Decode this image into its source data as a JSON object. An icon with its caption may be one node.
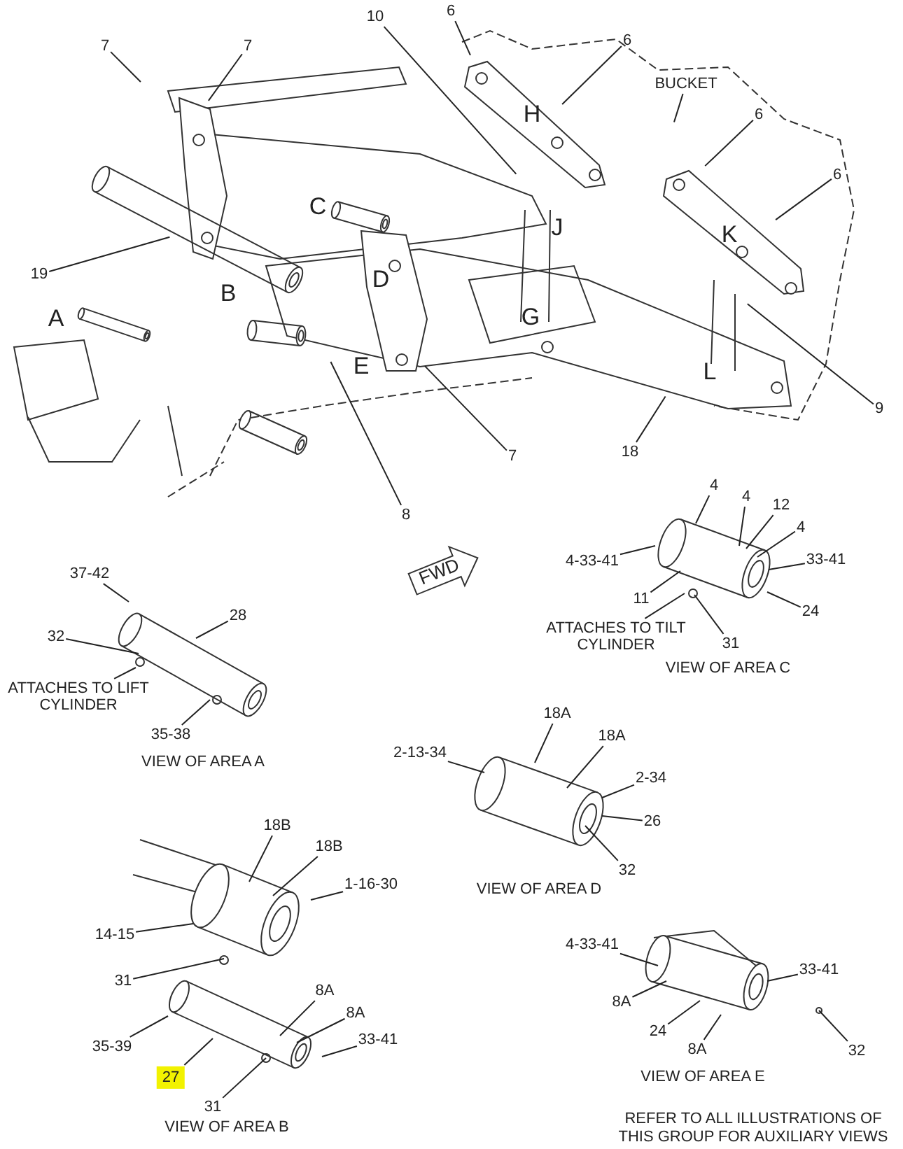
{
  "diagram": {
    "nodes": [
      {
        "text": [
          "7"
        ]
      },
      {
        "text": [
          "7"
        ]
      },
      {
        "text": [
          "10"
        ]
      },
      {
        "text": [
          "6"
        ]
      },
      {
        "text": [
          "6"
        ]
      },
      {
        "text": [
          "BUCKET"
        ]
      },
      {
        "text": [
          "6"
        ]
      },
      {
        "text": [
          "6"
        ]
      },
      {
        "text": [
          "19"
        ]
      },
      {
        "text": [
          "7"
        ]
      },
      {
        "text": [
          "8"
        ]
      },
      {
        "text": [
          "9"
        ]
      },
      {
        "text": [
          "18"
        ]
      },
      {
        "text": [
          "4"
        ]
      },
      {
        "text": [
          "4"
        ]
      },
      {
        "text": [
          "12"
        ]
      },
      {
        "text": [
          "4"
        ]
      },
      {
        "text": [
          "4-33-41"
        ]
      },
      {
        "text": [
          "33-41"
        ]
      },
      {
        "text": [
          "11"
        ]
      },
      {
        "text": [
          "24"
        ]
      },
      {
        "text": [
          "ATTACHES TO TILT CYLINDER"
        ]
      },
      {
        "text": [
          "31"
        ]
      },
      {
        "text": [
          "37-42"
        ]
      },
      {
        "text": [
          "28"
        ]
      },
      {
        "text": [
          "32"
        ]
      },
      {
        "text": [
          "ATTACHES TO LIFT CYLINDER"
        ]
      },
      {
        "text": [
          "35-38"
        ]
      },
      {
        "text": [
          "18A"
        ]
      },
      {
        "text": [
          "18A"
        ]
      },
      {
        "text": [
          "2-13-34"
        ]
      },
      {
        "text": [
          "2-34"
        ]
      },
      {
        "text": [
          "26"
        ]
      },
      {
        "text": [
          "32"
        ]
      },
      {
        "text": [
          "18B"
        ]
      },
      {
        "text": [
          "18B"
        ]
      },
      {
        "text": [
          "1-16-30"
        ]
      },
      {
        "text": [
          "14-15"
        ]
      },
      {
        "text": [
          "31"
        ]
      },
      {
        "text": [
          "8A"
        ]
      },
      {
        "text": [
          "8A"
        ]
      },
      {
        "text": [
          "35-39"
        ]
      },
      {
        "text": [
          "33-41"
        ]
      },
      {
        "text": [
          "27"
        ]
      },
      {
        "text": [
          "31"
        ]
      },
      {
        "text": [
          "4-33-41"
        ]
      },
      {
        "text": [
          "33-41"
        ]
      },
      {
        "text": [
          "8A"
        ]
      },
      {
        "text": [
          "24"
        ]
      },
      {
        "text": [
          "8A"
        ]
      },
      {
        "text": [
          "32"
        ]
      },
      {
        "text": [
          "FWD"
        ]
      },
      {
        "text": [],
        "shape": "picture"
      },
      {
        "text": [],
        "shape": "picture"
      },
      {
        "text": [],
        "shape": "picture"
      },
      {
        "text": [],
        "shape": "picture"
      },
      {
        "text": [],
        "shape": "picture"
      }
    ],
    "edges": [
      {
        "from": 0,
        "to": null,
        "arrow": "none"
      },
      {
        "from": 1,
        "to": null,
        "arrow": "none"
      },
      {
        "from": 2,
        "to": null,
        "arrow": "none"
      },
      {
        "from": 3,
        "to": null,
        "arrow": "none"
      },
      {
        "from": 4,
        "to": null,
        "arrow": "none"
      },
      {
        "from": 5,
        "to": null,
        "arrow": "none"
      },
      {
        "from": 6,
        "to": null,
        "arrow": "none"
      },
      {
        "from": 7,
        "to": null,
        "arrow": "none"
      },
      {
        "from": 8,
        "to": null,
        "arrow": "none"
      },
      {
        "from": 9,
        "to": null,
        "arrow": "none"
      },
      {
        "from": 10,
        "to": null,
        "arrow": "none"
      },
      {
        "from": 11,
        "to": null,
        "arrow": "none"
      },
      {
        "from": 12,
        "to": null,
        "arrow": "none"
      },
      {
        "from": 13,
        "to": 52,
        "arrow": "none"
      },
      {
        "from": 14,
        "to": 52,
        "arrow": "none"
      },
      {
        "from": 15,
        "to": 52,
        "arrow": "none"
      },
      {
        "from": 16,
        "to": 52,
        "arrow": "none"
      },
      {
        "from": 17,
        "to": 52,
        "arrow": "none"
      },
      {
        "from": 18,
        "to": 52,
        "arrow": "none"
      },
      {
        "from": 19,
        "to": 52,
        "arrow": "none"
      },
      {
        "from": 20,
        "to": 52,
        "arrow": "none"
      },
      {
        "from": 21,
        "to": 52,
        "arrow": "none"
      },
      {
        "from": 22,
        "to": 52,
        "arrow": "none"
      },
      {
        "from": 23,
        "to": 53,
        "arrow": "none"
      },
      {
        "from": 24,
        "to": 53,
        "arrow": "none"
      },
      {
        "from": 25,
        "to": 53,
        "arrow": "none"
      },
      {
        "from": 26,
        "to": 53,
        "arrow": "none"
      },
      {
        "from": 27,
        "to": 53,
        "arrow": "none"
      },
      {
        "from": 28,
        "to": 54,
        "arrow": "none"
      },
      {
        "from": 29,
        "to": 54,
        "arrow": "none"
      },
      {
        "from": 30,
        "to": 54,
        "arrow": "none"
      },
      {
        "from": 31,
        "to": 54,
        "arrow": "none"
      },
      {
        "from": 32,
        "to": 54,
        "arrow": "none"
      },
      {
        "from": 33,
        "to": 54,
        "arrow": "none"
      },
      {
        "from": 34,
        "to": 55,
        "arrow": "none"
      },
      {
        "from": 35,
        "to": 55,
        "arrow": "none"
      },
      {
        "from": 36,
        "to": 55,
        "arrow": "none"
      },
      {
        "from": 37,
        "to": 55,
        "arrow": "none"
      },
      {
        "from": 38,
        "to": 55,
        "arrow": "none"
      },
      {
        "from": 39,
        "to": 55,
        "arrow": "none"
      },
      {
        "from": 40,
        "to": 55,
        "arrow": "none"
      },
      {
        "from": 41,
        "to": 55,
        "arrow": "none"
      },
      {
        "from": 42,
        "to": 55,
        "arrow": "none"
      },
      {
        "from": 43,
        "to": 55,
        "arrow": "none"
      },
      {
        "from": 44,
        "to": 55,
        "arrow": "none"
      },
      {
        "from": 45,
        "to": 56,
        "arrow": "none"
      },
      {
        "from": 46,
        "to": 56,
        "arrow": "none"
      },
      {
        "from": 47,
        "to": 56,
        "arrow": "none"
      },
      {
        "from": 48,
        "to": 56,
        "arrow": "none"
      },
      {
        "from": 49,
        "to": 56,
        "arrow": "none"
      },
      {
        "from": 50,
        "to": 56,
        "arrow": "none"
      }
    ],
    "labels": [
      "H",
      "C",
      "J",
      "K",
      "D",
      "B",
      "G",
      "A",
      "E",
      "L",
      "VIEW OF AREA  C",
      "VIEW OF AREA  A",
      "VIEW OF AREA  D",
      "VIEW OF AREA  E",
      "VIEW OF AREA  B",
      "REFER TO ALL ILLUSTRATIONS OF THIS GROUP FOR AUXILIARY VIEWS"
    ]
  }
}
